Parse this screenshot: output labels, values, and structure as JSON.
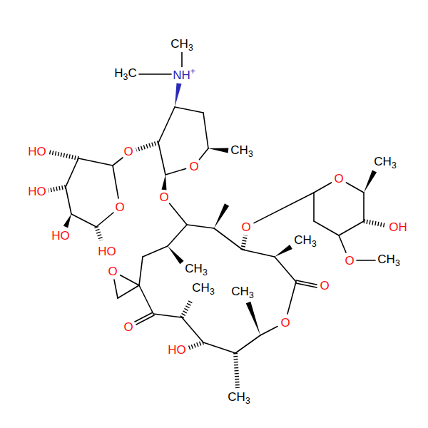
{
  "diagram": {
    "labels": [
      "CH3",
      "H3C",
      "NH+",
      "HO",
      "O",
      "CH3",
      "O",
      "CH3",
      "O",
      "HO",
      "O",
      "O",
      "O",
      "OH",
      "HO",
      "CH3",
      "HO",
      "O",
      "CH3",
      "CH3",
      "O",
      "O",
      "CH3",
      "CH3",
      "O",
      "O",
      "HO",
      "CH3"
    ]
  }
}
